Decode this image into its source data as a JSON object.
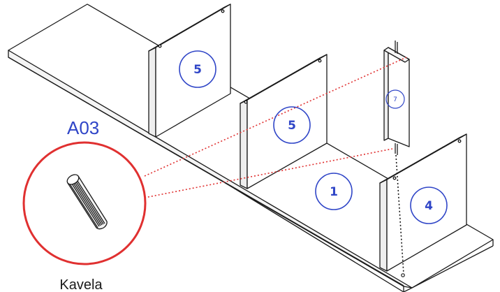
{
  "step": {
    "label": "A03"
  },
  "callout": {
    "caption": "Kavela"
  },
  "parts": {
    "panel_left": "5",
    "panel_mid": "5",
    "base": "1",
    "panel_right": "4",
    "loose_panel": "7"
  },
  "colors": {
    "accent_blue": "#2f45c7",
    "callout_red": "#e03030",
    "line": "#1a1a1a",
    "panel_fill": "#ffffff"
  }
}
